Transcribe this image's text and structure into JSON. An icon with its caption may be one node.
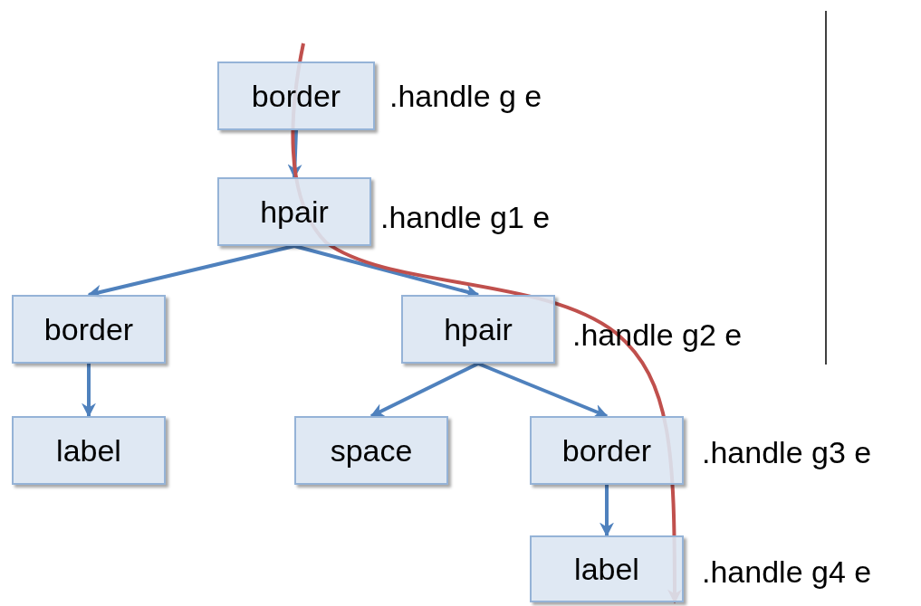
{
  "diagram": {
    "nodes": [
      {
        "text": [
          "border"
        ],
        "beside": [
          ".handle g e"
        ]
      },
      {
        "text": [
          "hpair"
        ],
        "beside": [
          ".handle g1 e"
        ]
      },
      {
        "text": [
          "border"
        ]
      },
      {
        "text": [
          "hpair"
        ],
        "beside": [
          ".handle g2 e"
        ]
      },
      {
        "text": [
          "label"
        ]
      },
      {
        "text": [
          "space"
        ]
      },
      {
        "text": [
          "border"
        ],
        "beside": [
          ".handle g3 e"
        ]
      },
      {
        "text": [
          "label"
        ],
        "beside": [
          ".handle g4 e"
        ]
      }
    ],
    "edges": [
      {
        "from": 0,
        "to": 1,
        "arrow": "to"
      },
      {
        "from": 1,
        "to": 2,
        "arrow": "to"
      },
      {
        "from": 1,
        "to": 3,
        "arrow": "to"
      },
      {
        "from": 2,
        "to": 4,
        "arrow": "to"
      },
      {
        "from": 3,
        "to": 5,
        "arrow": "to"
      },
      {
        "from": 3,
        "to": 6,
        "arrow": "to"
      },
      {
        "from": 6,
        "to": 7,
        "arrow": "to"
      },
      {
        "from": null,
        "to": 7,
        "arrow": "to",
        "color": "#c0504d"
      }
    ]
  }
}
